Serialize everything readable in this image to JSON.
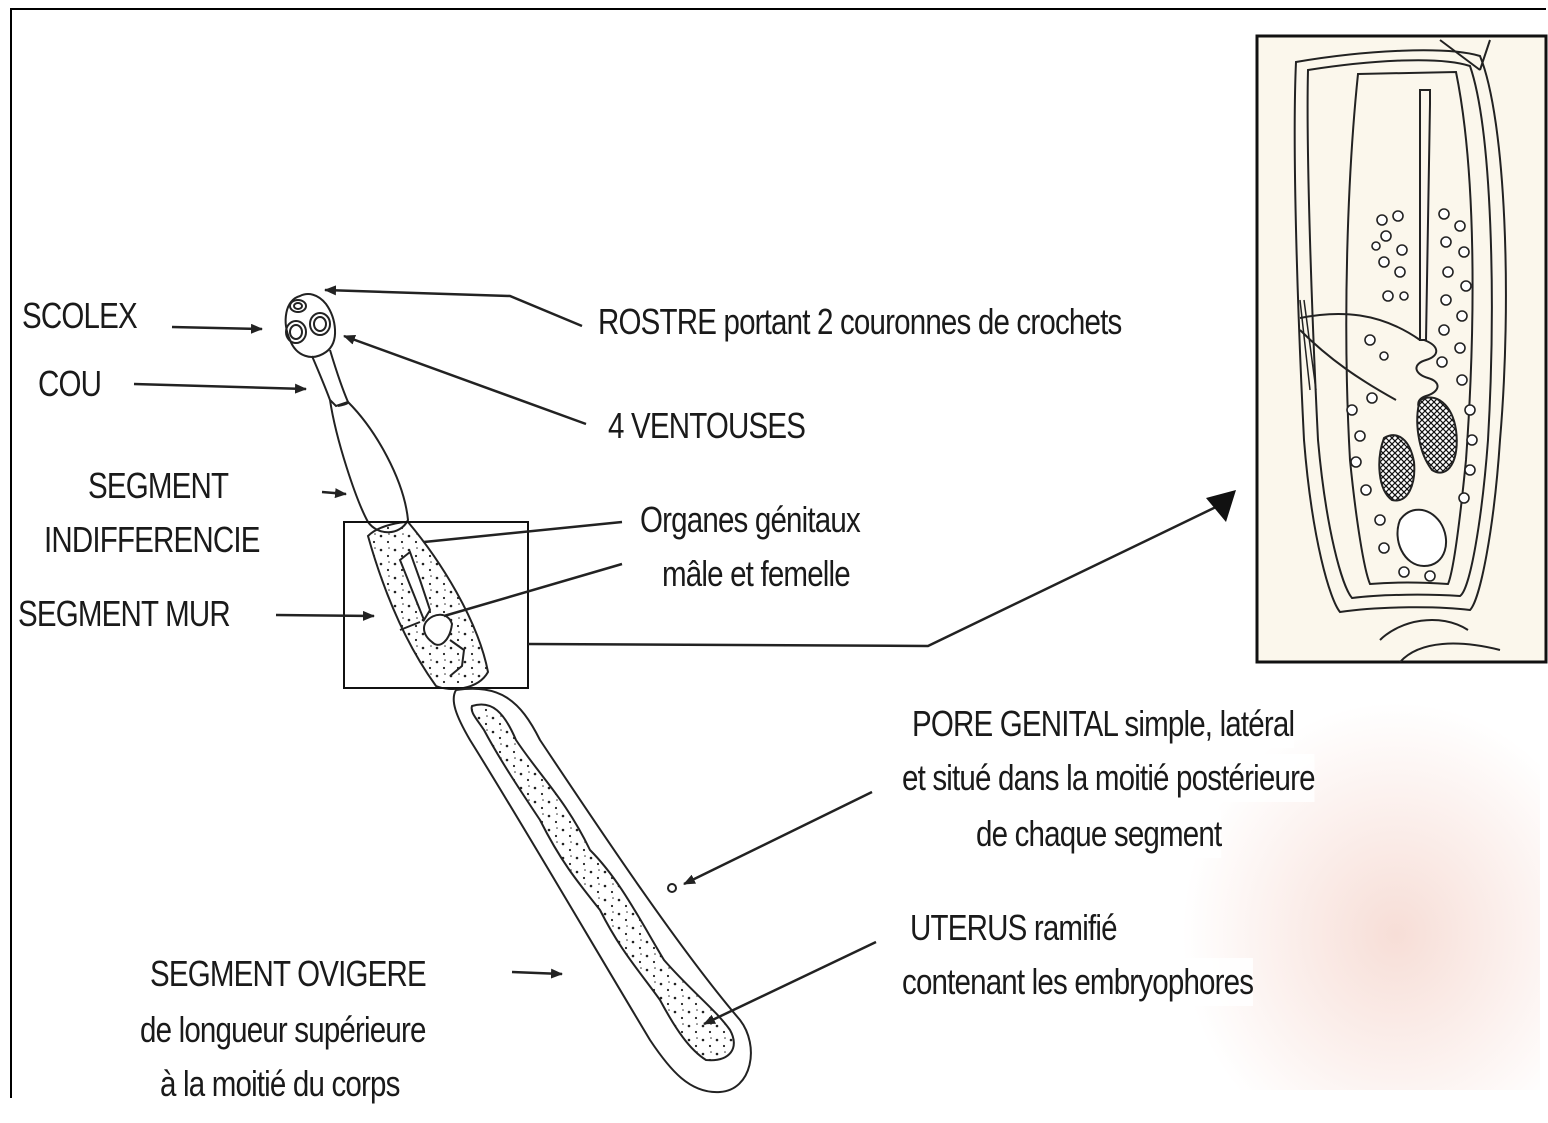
{
  "labels": {
    "scolex": "SCOLEX",
    "cou": "COU",
    "segment_indiff_1": "SEGMENT",
    "segment_indiff_2": "INDIFFERENCIE",
    "segment_mur": "SEGMENT MUR",
    "segment_ovigere_1": "SEGMENT OVIGERE",
    "segment_ovigere_2": "de longueur supérieure",
    "segment_ovigere_3": "à la moitié du corps",
    "rostre": "ROSTRE portant 2 couronnes de crochets",
    "ventouses": "4 VENTOUSES",
    "organes_1": "Organes génitaux",
    "organes_2": "mâle et femelle",
    "pore_1": "PORE GENITAL simple, latéral",
    "pore_2": "et situé dans la moitié postérieure",
    "pore_3": "de chaque segment",
    "uterus_1": "UTERUS ramifié",
    "uterus_2": "contenant les embryophores"
  }
}
